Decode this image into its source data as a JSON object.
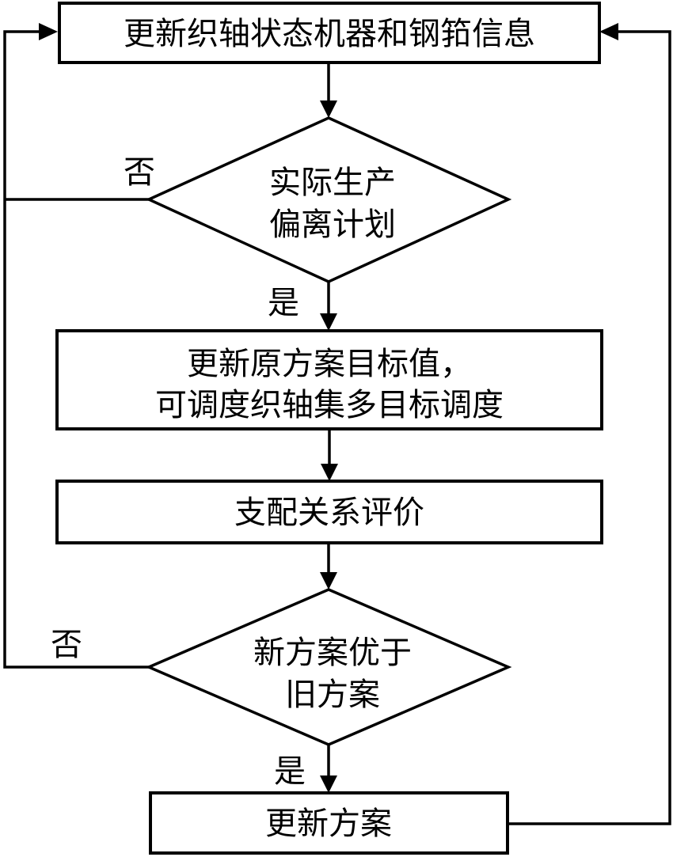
{
  "colors": {
    "line": "#000000",
    "background": "#ffffff",
    "node_fill": "#ffffff"
  },
  "nodes": {
    "update_status": {
      "type": "process",
      "label": "更新织轴状态机器和钢筘信息"
    },
    "deviation_check": {
      "type": "decision",
      "line1": "实际生产",
      "line2": "偏离计划"
    },
    "update_targets": {
      "type": "process",
      "line1": "更新原方案目标值，",
      "line2": "可调度织轴集多目标调度"
    },
    "dominance_eval": {
      "type": "process",
      "label": "支配关系评价"
    },
    "better_check": {
      "type": "decision",
      "line1": "新方案优于",
      "line2": "旧方案"
    },
    "update_plan": {
      "type": "process",
      "label": "更新方案"
    }
  },
  "edge_labels": {
    "deviation_no": "否",
    "deviation_yes": "是",
    "better_no": "否",
    "better_yes": "是"
  }
}
